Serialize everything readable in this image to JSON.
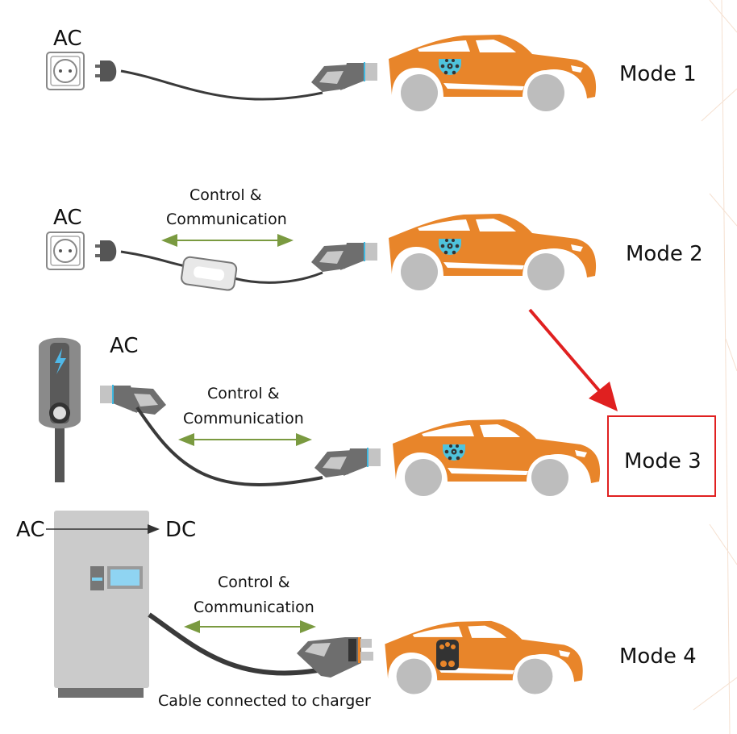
{
  "title": "EV charging modes",
  "modes": [
    {
      "label": "Mode 1",
      "source": "AC"
    },
    {
      "label": "Mode 2",
      "source": "AC",
      "comm_line1": "Control &",
      "comm_line2": "Communication"
    },
    {
      "label": "Mode 3",
      "source": "AC",
      "comm_line1": "Control &",
      "comm_line2": "Communication",
      "highlighted": true
    },
    {
      "label": "Mode 4",
      "source": "AC",
      "output": "DC",
      "comm_line1": "Control &",
      "comm_line2": "Communication",
      "cable_note": "Cable connected to charger"
    }
  ],
  "colors": {
    "car": "#e8852a",
    "port": "#4fc3dc",
    "highlight": "#e02020",
    "comm_arrow": "#7a9a40",
    "cable": "#3a3a3a"
  }
}
